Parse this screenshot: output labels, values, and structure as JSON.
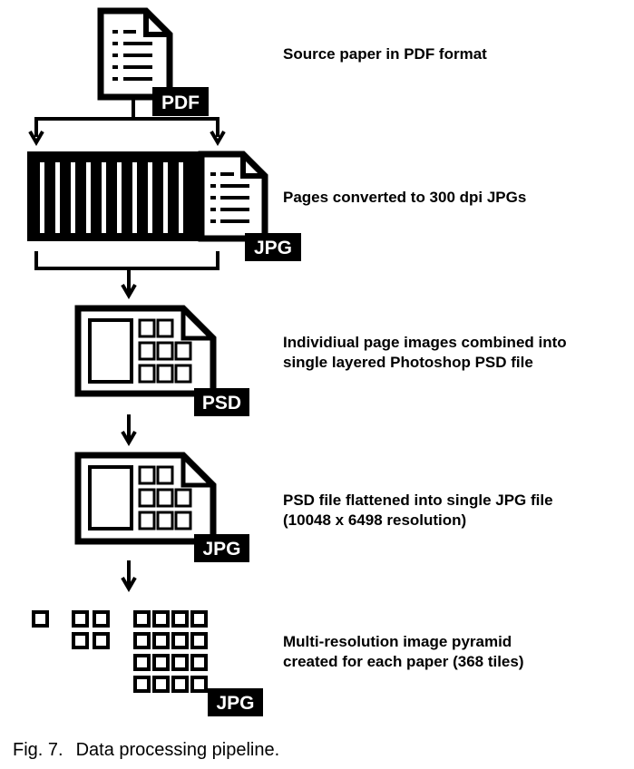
{
  "steps": [
    {
      "label": "Source paper in PDF format",
      "badge": "PDF"
    },
    {
      "label": "Pages converted to 300 dpi JPGs",
      "badge": "JPG"
    },
    {
      "label": "Individiual page images combined into\nsingle layered Photoshop PSD file",
      "badge": "PSD"
    },
    {
      "label": "PSD file flattened into single JPG file\n(10048 x 6498 resolution)",
      "badge": "JPG"
    },
    {
      "label": "Multi-resolution image pyramid\ncreated for each paper (368 tiles)",
      "badge": "JPG"
    }
  ],
  "caption": {
    "number": "Fig. 7.",
    "text": "Data processing pipeline."
  },
  "icons": [
    "document-icon",
    "page-stack-icon",
    "layered-layout-icon",
    "flattened-layout-icon",
    "tile-pyramid-icon"
  ]
}
